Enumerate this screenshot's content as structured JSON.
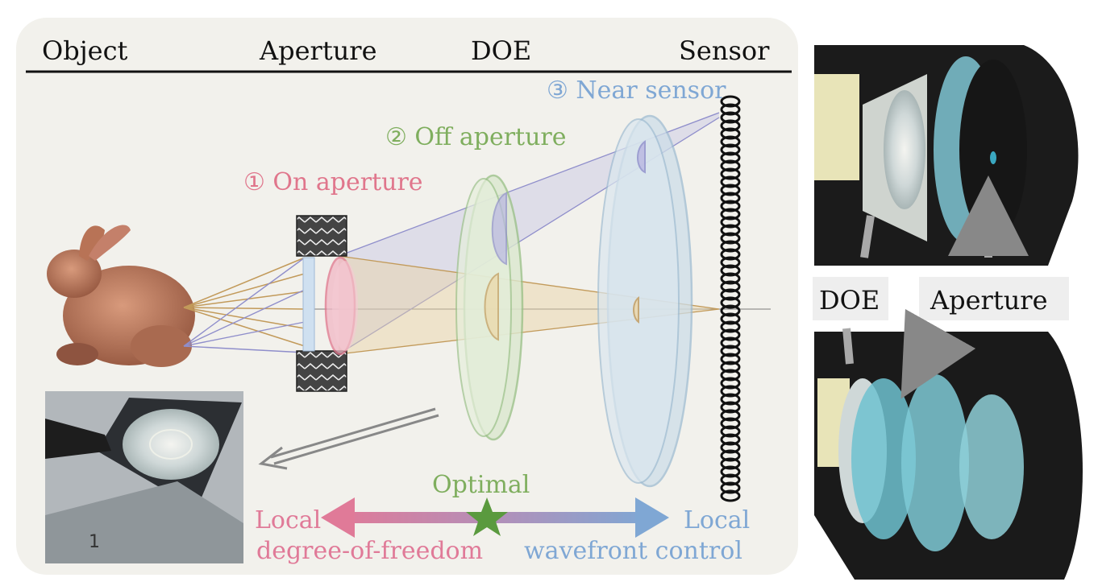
{
  "header": {
    "object": "Object",
    "aperture": "Aperture",
    "doe": "DOE",
    "sensor": "Sensor"
  },
  "placements": {
    "on_aperture": "① On aperture",
    "off_aperture": "② Off aperture",
    "near_sensor": "③ Near sensor"
  },
  "tradeoff": {
    "optimal": "Optimal",
    "left_line1": "Local",
    "left_line2": "degree-of-freedom",
    "right_line1": "Local",
    "right_line2": "wavefront control"
  },
  "photos": {
    "doe_label": "DOE",
    "aperture_label": "Aperture"
  },
  "colors": {
    "on_aperture": "#e0768c",
    "off_aperture": "#7fae5e",
    "near_sensor": "#7fa7d4",
    "panel_bg": "#f2f1ec",
    "arrow_left": "#e07a98",
    "arrow_right": "#7fa7d4",
    "star": "#5a9a3e"
  }
}
